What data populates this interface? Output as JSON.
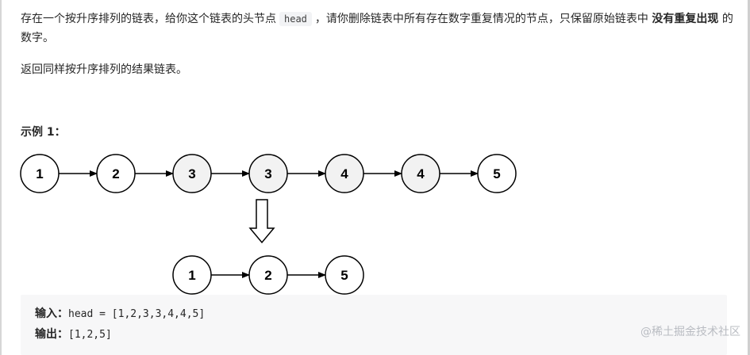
{
  "description": {
    "p1_before": "存在一个按升序排列的链表，给你这个链表的头节点",
    "p1_code": "head",
    "p1_middle": "，请你删除链表中所有存在数字重复情况的节点，只保留原始链表中",
    "p1_strong": "没有重复出现",
    "p1_after": "的数字。",
    "p2": "返回同样按升序排列的结果链表。"
  },
  "example": {
    "title": "示例 1：",
    "input_list": [
      "1",
      "2",
      "3",
      "3",
      "4",
      "4",
      "5"
    ],
    "input_duplicates": [
      false,
      false,
      true,
      true,
      true,
      true,
      false
    ],
    "output_list": [
      "1",
      "2",
      "5"
    ],
    "input_label": "输入：",
    "input_value": "head = [1,2,3,3,4,4,5]",
    "output_label": "输出：",
    "output_value": "[1,2,5]"
  },
  "watermark": "@稀土掘金技术社区",
  "colors": {
    "node_fill": "#ffffff",
    "node_dup_fill": "#f2f2f2",
    "node_stroke": "#000000",
    "pre_bg": "#f7f7f8"
  }
}
